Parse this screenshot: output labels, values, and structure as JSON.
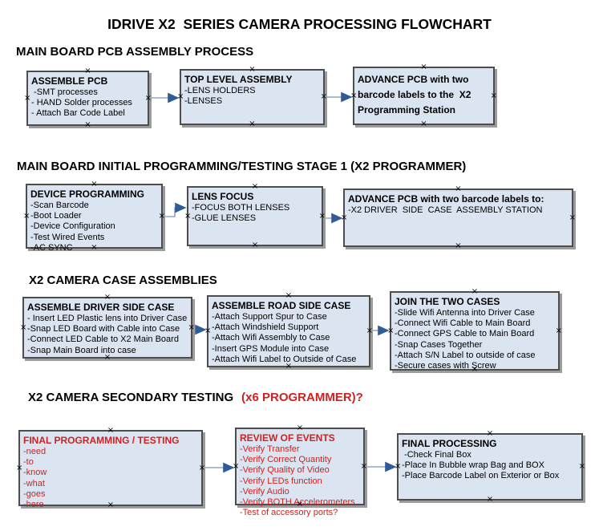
{
  "title": "IDRIVE X2  SERIES CAMERA PROCESSING FLOWCHART",
  "icons": {
    "connection_handle": "×"
  },
  "colors": {
    "box_fill": "#dbe5f1",
    "box_border": "#4d4d4d",
    "box_shadow": "#9c9c9c",
    "arrow_line": "#8fa9c9",
    "arrow_head": "#2f5c97",
    "red": "#cc2222"
  },
  "sections": [
    {
      "heading": "MAIN BOARD PCB ASSEMBLY PROCESS",
      "boxes": [
        {
          "name": "assemble-pcb",
          "title": "ASSEMBLE PCB",
          "items": [
            " -SMT processes",
            "- HAND Solder processes",
            "- Attach Bar Code Label"
          ]
        },
        {
          "name": "top-level-assembly",
          "title": "TOP LEVEL ASSEMBLY",
          "items": [
            "-LENS HOLDERS",
            "-LENSES"
          ]
        },
        {
          "name": "advance-pcb-programming-station",
          "title": "ADVANCE PCB with two barcode labels to the  X2 Programming Station",
          "items": []
        }
      ]
    },
    {
      "heading": "MAIN BOARD INITIAL PROGRAMMING/TESTING STAGE 1 (X2 PROGRAMMER)",
      "boxes": [
        {
          "name": "device-programming",
          "title": "DEVICE PROGRAMMING",
          "items": [
            "-Scan Barcode",
            "-Boot Loader",
            "-Device Configuration",
            "-Test Wired Events",
            "-AC SYNC"
          ]
        },
        {
          "name": "lens-focus",
          "title": "LENS FOCUS",
          "items": [
            "-FOCUS BOTH LENSES",
            "-GLUE LENSES"
          ]
        },
        {
          "name": "advance-pcb-case-assembly",
          "title": "ADVANCE PCB with two barcode labels to:",
          "items": [
            "-X2 DRIVER  SIDE  CASE  ASSEMBLY STATION"
          ]
        }
      ]
    },
    {
      "heading": "X2 CAMERA CASE ASSEMBLIES",
      "boxes": [
        {
          "name": "assemble-driver-side-case",
          "title": "ASSEMBLE DRIVER SIDE CASE",
          "items": [
            "- Insert LED Plastic lens into Driver Case",
            "-Snap LED Board with Cable into Case",
            "-Connect LED Cable to X2 Main Board",
            "-Snap Main Board into case"
          ]
        },
        {
          "name": "assemble-road-side-case",
          "title": "ASSEMBLE ROAD SIDE CASE",
          "items": [
            "-Attach Support Spur to Case",
            "-Attach Windshield Support",
            "-Attach Wifi Assembly to Case",
            "-Insert GPS Module into Case",
            "-Attach Wifi Label to Outside of Case"
          ]
        },
        {
          "name": "join-the-two-cases",
          "title": "JOIN THE TWO CASES",
          "items": [
            "-Slide Wifi Antenna into Driver Case",
            "-Connect Wifi Cable to Main Board",
            "-Connect GPS Cable to Main Board",
            "-Snap Cases Together",
            "-Attach S/N Label to outside of case",
            "-Secure cases with Screw"
          ]
        }
      ]
    },
    {
      "heading": "X2 CAMERA SECONDARY TESTING",
      "heading_suffix": "(x6 PROGRAMMER)?",
      "boxes": [
        {
          "name": "final-programming-testing",
          "title": "FINAL PROGRAMMING / TESTING",
          "style": "red",
          "items": [
            "-need",
            "-to",
            "-know",
            "-what",
            "-goes",
            "-here"
          ]
        },
        {
          "name": "review-of-events",
          "title": "REVIEW OF EVENTS",
          "style": "red",
          "items": [
            "-Verify Transfer",
            "-Verify Correct Quantity",
            "-Verify Quality of Video",
            "-Verify LEDs function",
            "-Verify Audio",
            "-Verify BOTH Accelerometers",
            "-Test of accessory ports?"
          ]
        },
        {
          "name": "final-processing",
          "title": "FINAL PROCESSING",
          "items": [
            " -Check Final Box",
            "-Place In Bubble wrap Bag and BOX",
            "-Place Barcode Label on Exterior or Box"
          ]
        }
      ]
    }
  ]
}
